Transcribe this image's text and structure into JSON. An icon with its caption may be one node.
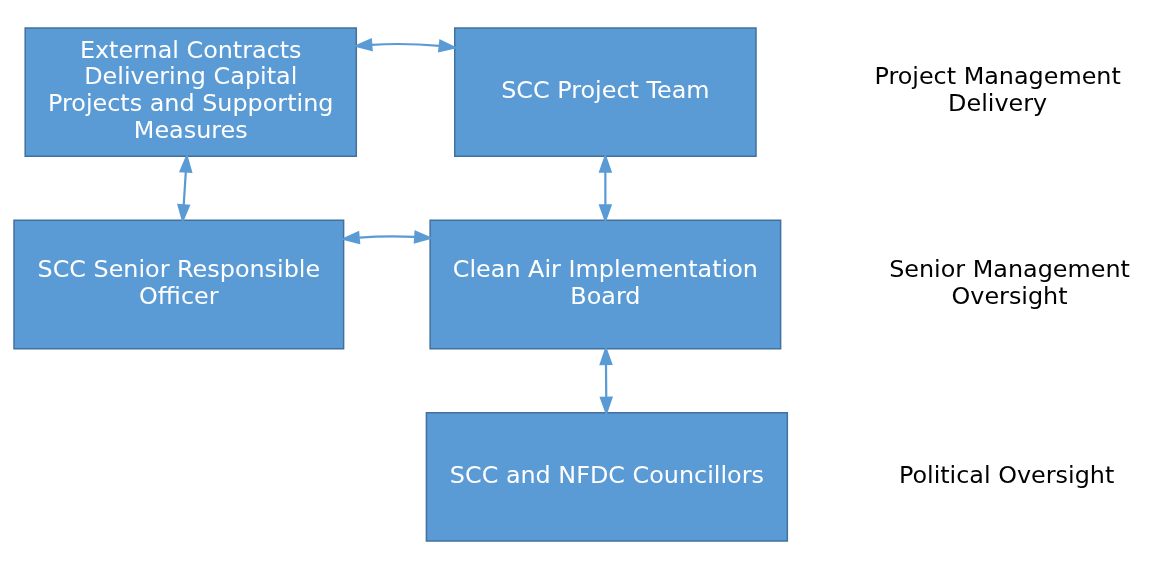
{
  "diagram": {
    "nodes": [
      {
        "text": [
          "External Contracts Delivering Capital Projects and Supporting Measures"
        ]
      },
      {
        "text": [
          "SCC Project Team"
        ]
      },
      {
        "text": [
          "SCC Senior Responsible Officer"
        ]
      },
      {
        "text": [
          "Clean Air Implementation Board"
        ]
      },
      {
        "text": [
          "SCC and NFDC Councillors"
        ]
      }
    ],
    "edges": [
      {
        "from": 0,
        "to": 1,
        "arrow": "both"
      },
      {
        "from": 0,
        "to": 2,
        "arrow": "both"
      },
      {
        "from": 1,
        "to": 3,
        "arrow": "both"
      },
      {
        "from": 2,
        "to": 3,
        "arrow": "both"
      },
      {
        "from": 3,
        "to": 4,
        "arrow": "both"
      }
    ],
    "labels": [
      "Project Management Delivery",
      "Senior Management Oversight",
      "Political Oversight"
    ]
  }
}
